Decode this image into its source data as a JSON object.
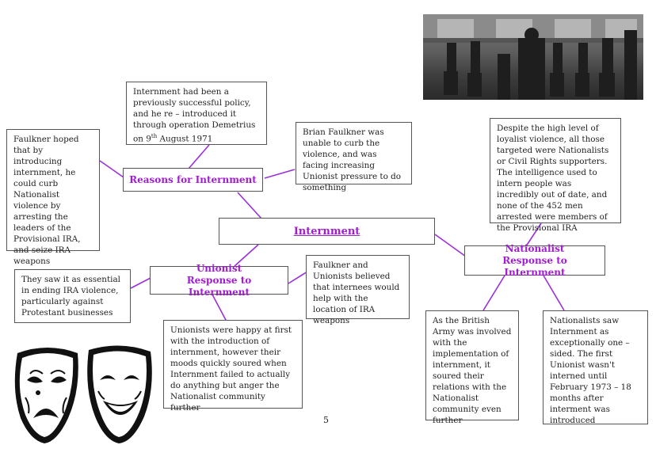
{
  "central": "Internment",
  "nodes": {
    "reasons": "Reasons for Internment",
    "unionist": "Unionist Response to Internment",
    "nationalist": "Nationalist Response to Internment"
  },
  "boxes": {
    "faulkner_hoped": "Faulkner hoped that by introducing internment, he could curb Nationalist violence by arresting the leaders of the Provisional IRA, and seize IRA weapons",
    "previously_successful": "Internment had been a previously successful policy, and he re – introduced it through operation Demetrius on 9",
    "previously_successful_sup": "th",
    "previously_successful_end": " August 1971",
    "unable_to_curb": "Brian Faulkner was unable to curb the violence, and was facing increasing Unionist pressure to do something",
    "despite_violence": "Despite the high level of loyalist violence, all those targeted were Nationalists or Civil Rights supporters. The intelligence used to intern people was incredibly out of date, and none of the 452 men arrested were members of the Provisional IRA",
    "essential": "They saw it as essential in ending IRA violence, particularly against Protestant businesses",
    "internees_help": "Faulkner and Unionists believed that internees would help with the location of IRA weapons",
    "happy_at_first": "Unionists were happy at first with the introduction of internment, however their moods quickly soured when Internment failed to actually do anything but anger the Nationalist community further",
    "british_army": "As the British Army was involved with the implementation of internment, it soured their relations with the Nationalist community even further",
    "one_sided": "Nationalists saw Internment as exceptionally one – sided. The first Unionist wasn't interned until February 1973 – 18 months after interment was introduced"
  },
  "page_number": "5",
  "colors": {
    "accent": "#a21cd3",
    "line": "#9b30d9",
    "border": "#555555"
  }
}
